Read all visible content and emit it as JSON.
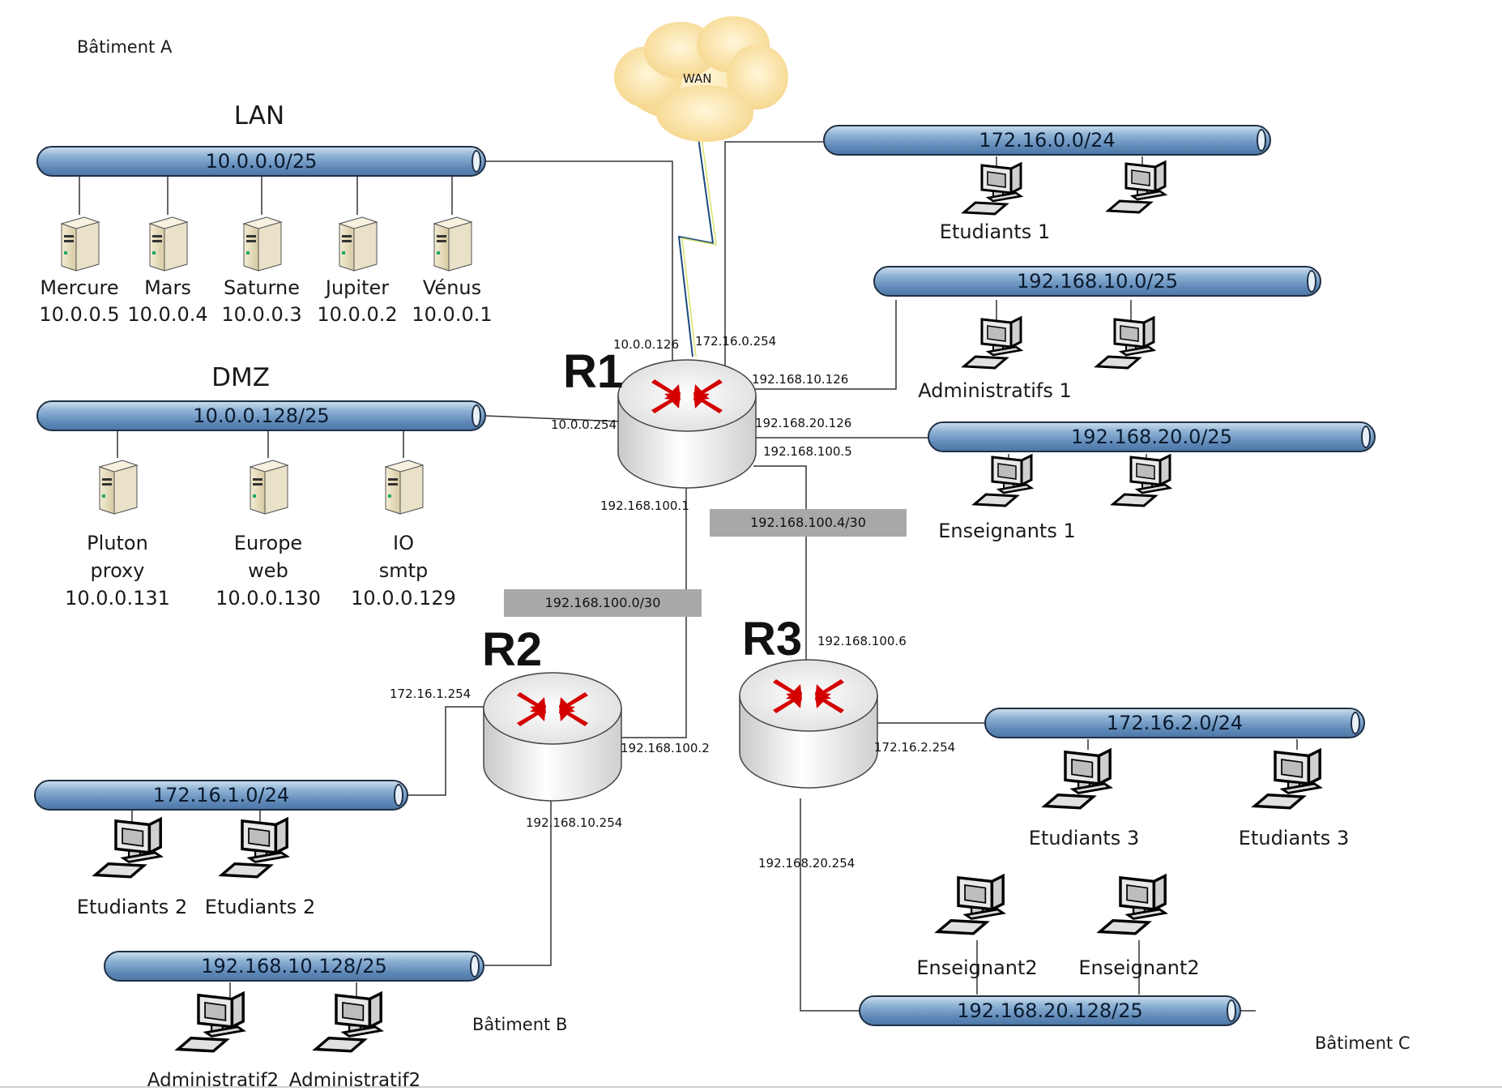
{
  "buildings": {
    "a": "Bâtiment A",
    "b": "Bâtiment B",
    "c": "Bâtiment C"
  },
  "wan": "WAN",
  "lan": {
    "title": "LAN",
    "network": "10.0.0.0/25",
    "servers": [
      {
        "name": "Mercure",
        "ip": "10.0.0.5"
      },
      {
        "name": "Mars",
        "ip": "10.0.0.4"
      },
      {
        "name": "Saturne",
        "ip": "10.0.0.3"
      },
      {
        "name": "Jupiter",
        "ip": "10.0.0.2"
      },
      {
        "name": "Vénus",
        "ip": "10.0.0.1"
      }
    ]
  },
  "dmz": {
    "title": "DMZ",
    "network": "10.0.0.128/25",
    "servers": [
      {
        "name": "Pluton",
        "role": "proxy",
        "ip": "10.0.0.131"
      },
      {
        "name": "Europe",
        "role": "web",
        "ip": "10.0.0.130"
      },
      {
        "name": "IO",
        "role": "smtp",
        "ip": "10.0.0.129"
      }
    ]
  },
  "routers": {
    "r1": {
      "name": "R1",
      "ifaces": {
        "lan": "10.0.0.126",
        "wan": "172.16.0.254",
        "admin": "192.168.10.126",
        "dmz": "10.0.0.254",
        "ens": "192.168.20.126",
        "r3link": "192.168.100.5",
        "r2link": "192.168.100.1"
      }
    },
    "r2": {
      "name": "R2",
      "ifaces": {
        "etud": "172.16.1.254",
        "r1link": "192.168.100.2",
        "admin": "192.168.10.254"
      }
    },
    "r3": {
      "name": "R3",
      "ifaces": {
        "r1link": "192.168.100.6",
        "etud": "172.16.2.254",
        "ens": "192.168.20.254"
      }
    }
  },
  "links": {
    "r1_r2": "192.168.100.0/30",
    "r1_r3": "192.168.100.4/30"
  },
  "nets": {
    "etud1": {
      "network": "172.16.0.0/24",
      "label": "Etudiants 1"
    },
    "admin1": {
      "network": "192.168.10.0/25",
      "label": "Administratifs 1"
    },
    "ens1": {
      "network": "192.168.20.0/25",
      "label": "Enseignants 1"
    },
    "etud2": {
      "network": "172.16.1.0/24",
      "labels": [
        "Etudiants 2",
        "Etudiants 2"
      ]
    },
    "admin2": {
      "network": "192.168.10.128/25",
      "labels": [
        "Administratif2",
        "Administratif2"
      ]
    },
    "etud3": {
      "network": "172.16.2.0/24",
      "labels": [
        "Etudiants 3",
        "Etudiants 3"
      ]
    },
    "ens2": {
      "network": "192.168.20.128/25",
      "labels": [
        "Enseignant2",
        "Enseignant2"
      ]
    }
  }
}
